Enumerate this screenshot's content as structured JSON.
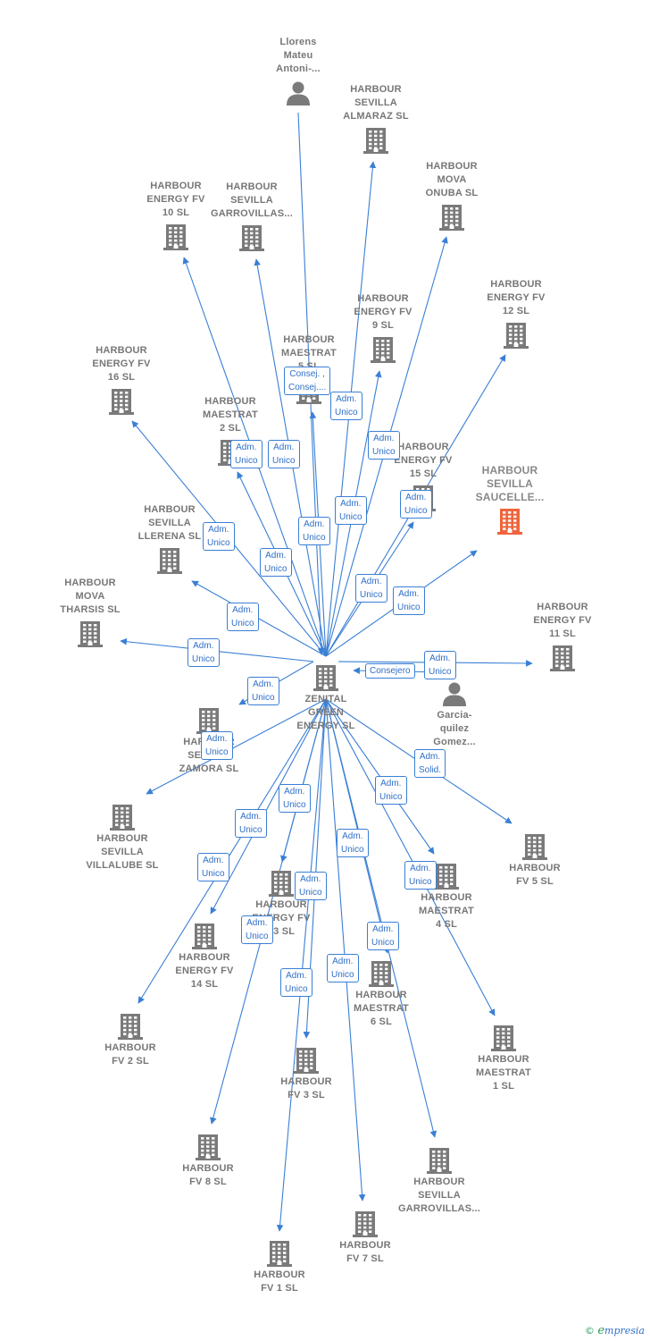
{
  "colors": {
    "edge": "#3a7fd5",
    "company_icon": "#7a7a7a",
    "focus_icon": "#f0643c",
    "person_icon": "#7a7a7a",
    "label_text": "#777777"
  },
  "center": {
    "id": "zenital",
    "label": "ZENITAL\nGREEN\nENERGY  SL",
    "type": "company"
  },
  "nodes": [
    {
      "id": "llorens",
      "label": "Llorens\nMateu\nAntoni-...",
      "type": "person",
      "label_pos": "above"
    },
    {
      "id": "almaraz",
      "label": "HARBOUR\nSEVILLA\nALMARAZ  SL",
      "type": "company",
      "label_pos": "above"
    },
    {
      "id": "onuba",
      "label": "HARBOUR\nMOVA\nONUBA  SL",
      "type": "company",
      "label_pos": "above"
    },
    {
      "id": "fv10",
      "label": "HARBOUR\nENERGY FV\n10  SL",
      "type": "company",
      "label_pos": "above"
    },
    {
      "id": "garrovillas1",
      "label": "HARBOUR\nSEVILLA\nGARROVILLAS...",
      "type": "company",
      "label_pos": "above"
    },
    {
      "id": "fv12",
      "label": "HARBOUR\nENERGY FV\n12  SL",
      "type": "company",
      "label_pos": "above"
    },
    {
      "id": "fv9",
      "label": "HARBOUR\nENERGY FV\n9  SL",
      "type": "company",
      "label_pos": "above"
    },
    {
      "id": "maestrat5",
      "label": "HARBOUR\nMAESTRAT\n5  SL",
      "type": "company",
      "label_pos": "above"
    },
    {
      "id": "fv16",
      "label": "HARBOUR\nENERGY FV\n16  SL",
      "type": "company",
      "label_pos": "above"
    },
    {
      "id": "maestrat2",
      "label": "HARBOUR\nMAESTRAT\n2  SL",
      "type": "company",
      "label_pos": "above"
    },
    {
      "id": "fv15",
      "label": "HARBOUR\nENERGY FV\n15  SL",
      "type": "company",
      "label_pos": "above"
    },
    {
      "id": "saucelle",
      "label": "HARBOUR\nSEVILLA\nSAUCELLE...",
      "type": "focus",
      "label_pos": "above"
    },
    {
      "id": "llerena",
      "label": "HARBOUR\nSEVILLA\nLLERENA  SL",
      "type": "company",
      "label_pos": "above"
    },
    {
      "id": "tharsis",
      "label": "HARBOUR\nMOVA\nTHARSIS  SL",
      "type": "company",
      "label_pos": "above"
    },
    {
      "id": "fv11",
      "label": "HARBOUR\nENERGY FV\n11  SL",
      "type": "company",
      "label_pos": "above"
    },
    {
      "id": "garcia",
      "label": "Garcia-\nquilez\nGomez...",
      "type": "person",
      "label_pos": "below"
    },
    {
      "id": "zamora",
      "label": "HARBOUR\nSEVILLA\nZAMORA  SL",
      "type": "company",
      "label_pos": "below"
    },
    {
      "id": "villalube",
      "label": "HARBOUR\nSEVILLA\nVILLALUBE  SL",
      "type": "company",
      "label_pos": "below"
    },
    {
      "id": "fv5",
      "label": "HARBOUR\nFV 5  SL",
      "type": "company",
      "label_pos": "below"
    },
    {
      "id": "fv13",
      "label": "HARBOUR\nENERGY FV\n13  SL",
      "type": "company",
      "label_pos": "below"
    },
    {
      "id": "maestrat4",
      "label": "HARBOUR\nMAESTRAT\n4  SL",
      "type": "company",
      "label_pos": "below"
    },
    {
      "id": "fv14",
      "label": "HARBOUR\nENERGY FV\n14  SL",
      "type": "company",
      "label_pos": "below"
    },
    {
      "id": "maestrat6",
      "label": "HARBOUR\nMAESTRAT\n6  SL",
      "type": "company",
      "label_pos": "below"
    },
    {
      "id": "fv2",
      "label": "HARBOUR\nFV 2  SL",
      "type": "company",
      "label_pos": "below"
    },
    {
      "id": "maestrat1",
      "label": "HARBOUR\nMAESTRAT\n1  SL",
      "type": "company",
      "label_pos": "below"
    },
    {
      "id": "fv3",
      "label": "HARBOUR\nFV 3  SL",
      "type": "company",
      "label_pos": "below"
    },
    {
      "id": "fv8",
      "label": "HARBOUR\nFV 8  SL",
      "type": "company",
      "label_pos": "below"
    },
    {
      "id": "garrovillas2",
      "label": "HARBOUR\nSEVILLA\nGARROVILLAS...",
      "type": "company",
      "label_pos": "below"
    },
    {
      "id": "fv7",
      "label": "HARBOUR\nFV 7  SL",
      "type": "company",
      "label_pos": "below"
    },
    {
      "id": "fv1",
      "label": "HARBOUR\nFV 1  SL",
      "type": "company",
      "label_pos": "below"
    }
  ],
  "edges": [
    {
      "from": "llorens",
      "to": "zenital",
      "label": "Consej. ,\nConsej...."
    },
    {
      "from": "zenital",
      "to": "almaraz",
      "label": "Adm.\nUnico"
    },
    {
      "from": "zenital",
      "to": "onuba",
      "label": "Adm.\nUnico"
    },
    {
      "from": "zenital",
      "to": "fv10",
      "label": "Adm.\nUnico"
    },
    {
      "from": "zenital",
      "to": "garrovillas1",
      "label": "Adm.\nUnico"
    },
    {
      "from": "zenital",
      "to": "fv12",
      "label": "Adm.\nUnico"
    },
    {
      "from": "zenital",
      "to": "fv9",
      "label": "Adm.\nUnico"
    },
    {
      "from": "zenital",
      "to": "maestrat5",
      "label": "Adm.\nUnico"
    },
    {
      "from": "zenital",
      "to": "fv16",
      "label": "Adm.\nUnico"
    },
    {
      "from": "zenital",
      "to": "maestrat2",
      "label": "Adm.\nUnico"
    },
    {
      "from": "zenital",
      "to": "fv15",
      "label": "Adm.\nUnico"
    },
    {
      "from": "zenital",
      "to": "saucelle",
      "label": "Adm.\nUnico"
    },
    {
      "from": "zenital",
      "to": "llerena",
      "label": "Adm.\nUnico"
    },
    {
      "from": "zenital",
      "to": "tharsis",
      "label": "Adm.\nUnico"
    },
    {
      "from": "zenital",
      "to": "fv11",
      "label": "Adm.\nUnico"
    },
    {
      "from": "garcia",
      "to": "zenital",
      "label": "Consejero"
    },
    {
      "from": "zenital",
      "to": "zamora",
      "label": "Adm.\nUnico"
    },
    {
      "from": "zenital",
      "to": "villalube",
      "label": "Adm.\nUnico"
    },
    {
      "from": "zenital",
      "to": "fv5",
      "label": "Adm.\nSolid."
    },
    {
      "from": "zenital",
      "to": "fv13",
      "label": "Adm.\nUnico"
    },
    {
      "from": "zenital",
      "to": "maestrat4",
      "label": "Adm.\nUnico"
    },
    {
      "from": "zenital",
      "to": "fv14",
      "label": "Adm.\nUnico"
    },
    {
      "from": "zenital",
      "to": "maestrat6",
      "label": "Adm.\nUnico"
    },
    {
      "from": "zenital",
      "to": "fv2",
      "label": "Adm.\nUnico"
    },
    {
      "from": "zenital",
      "to": "maestrat1",
      "label": "Adm.\nUnico"
    },
    {
      "from": "zenital",
      "to": "fv3",
      "label": "Adm.\nUnico"
    },
    {
      "from": "zenital",
      "to": "fv8",
      "label": "Adm.\nUnico"
    },
    {
      "from": "zenital",
      "to": "garrovillas2",
      "label": "Adm.\nUnico"
    },
    {
      "from": "zenital",
      "to": "fv7",
      "label": "Adm.\nUnico"
    },
    {
      "from": "zenital",
      "to": "fv1",
      "label": "Adm.\nUnico"
    }
  ],
  "brand": {
    "copyright": "©",
    "name": "mpresia",
    "initial": "e"
  }
}
